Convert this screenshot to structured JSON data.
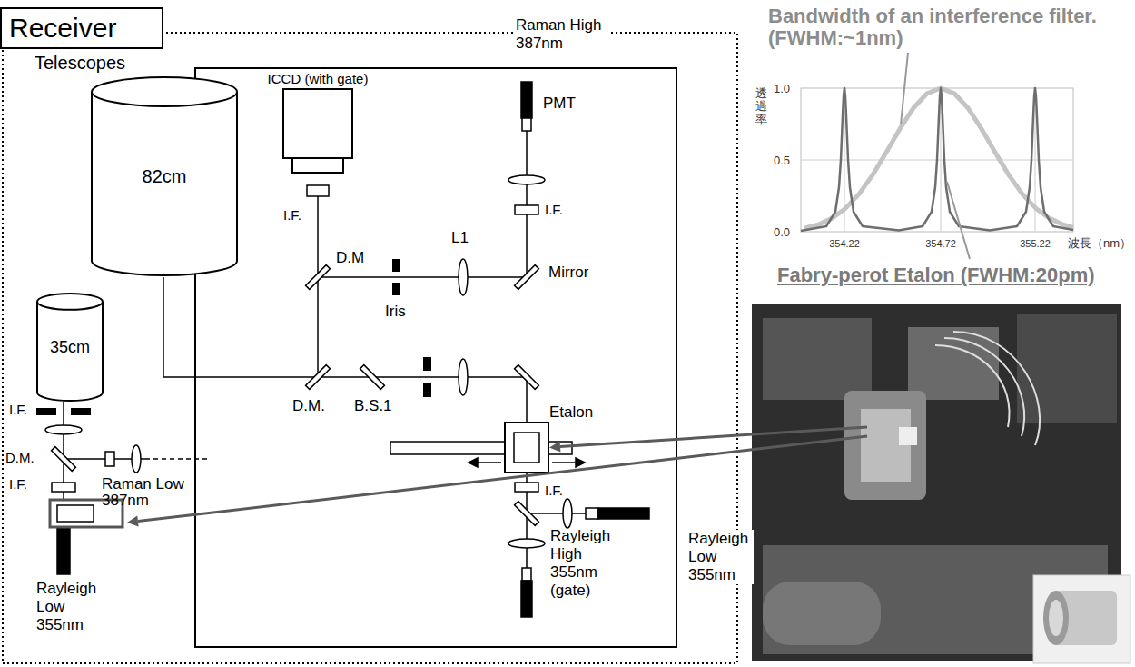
{
  "diagram": {
    "nodes": [
      {
        "text": [
          "Receiver"
        ]
      },
      {
        "text": [
          "82cm"
        ]
      },
      {
        "text": [
          "35cm"
        ]
      },
      {
        "text": [
          "ICCD (with gate)"
        ]
      }
    ],
    "labels": [
      "Telescopes",
      "Raman High 387nm",
      "PMT",
      "I.F.",
      "D.M",
      "Iris",
      "L1",
      "Mirror",
      "I.F.",
      "D.M.",
      "B.S.1",
      "Etalon",
      "I.F.",
      "Rayleigh High 355nm (gate)",
      "Rayleigh Low 355nm",
      "I.F.",
      "D.M.",
      "I.F.",
      "Raman Low 387nm",
      "Rayleigh Low 355nm",
      "Bandwidth of an interference filter. (FWHM:~1nm)",
      "透過率",
      "1.0",
      "0.5",
      "0.0",
      "354.22",
      "354.72",
      "355.22",
      "波長（nm）",
      "Fabry-perot Etalon (FWHM:20pm)"
    ]
  }
}
